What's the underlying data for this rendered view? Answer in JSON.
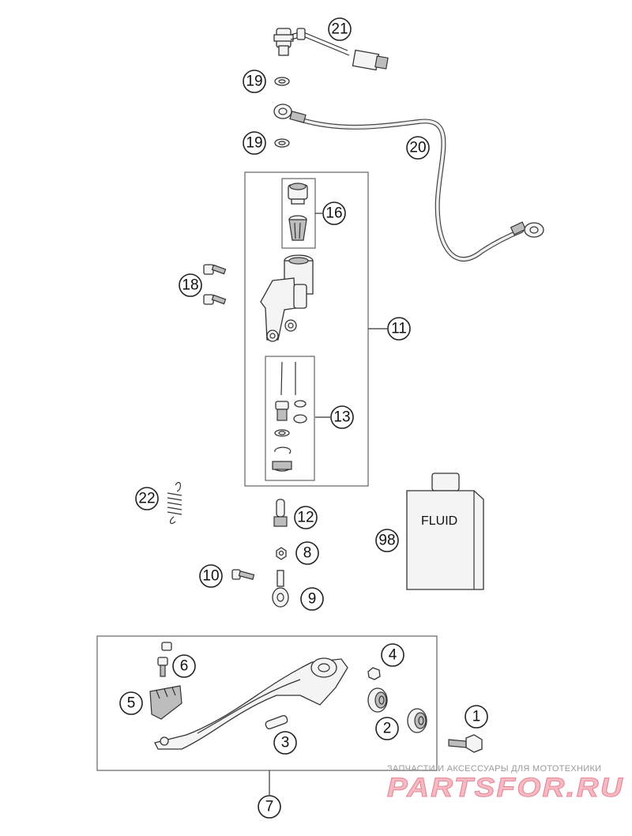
{
  "callouts": {
    "c1": "1",
    "c2": "2",
    "c3": "3",
    "c4": "4",
    "c5": "5",
    "c6": "6",
    "c7": "7",
    "c8": "8",
    "c9": "9",
    "c10": "10",
    "c11": "11",
    "c12": "12",
    "c13": "13",
    "c16": "16",
    "c18": "18",
    "c19a": "19",
    "c19b": "19",
    "c20": "20",
    "c21": "21",
    "c22": "22",
    "c98": "98"
  },
  "container_label": "FLUID",
  "watermark": {
    "tagline": "ЗАПЧАСТИ И АКСЕССУАРЫ ДЛЯ МОТОТЕХНИКИ",
    "brand": "PARTSFOR.RU"
  }
}
